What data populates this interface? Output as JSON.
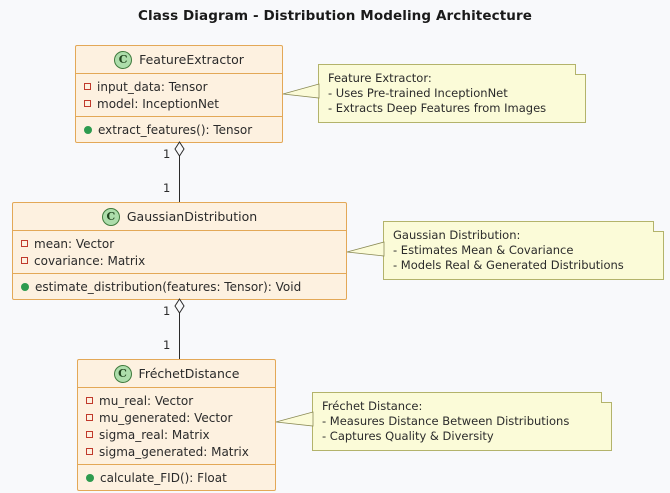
{
  "title": "Class Diagram - Distribution Modeling Architecture",
  "colors": {
    "background": "#f8f9fb",
    "class_fill": "#fdf1e0",
    "class_border": "#e3a857",
    "note_fill": "#fbfbd8",
    "note_border": "#b3b36b",
    "stereotype_fill": "#adddab",
    "private_marker": "#c0392b",
    "public_marker": "#2e9b4f",
    "line": "#2b2b2b",
    "text": "#2b2b2b"
  },
  "classes": [
    {
      "id": "feature-extractor",
      "stereotype": "C",
      "name": "FeatureExtractor",
      "attributes": [
        {
          "visibility": "private",
          "text": "input_data: Tensor"
        },
        {
          "visibility": "private",
          "text": "model: InceptionNet"
        }
      ],
      "methods": [
        {
          "visibility": "public",
          "text": "extract_features(): Tensor"
        }
      ]
    },
    {
      "id": "gaussian-distribution",
      "stereotype": "C",
      "name": "GaussianDistribution",
      "attributes": [
        {
          "visibility": "private",
          "text": "mean: Vector"
        },
        {
          "visibility": "private",
          "text": "covariance: Matrix"
        }
      ],
      "methods": [
        {
          "visibility": "public",
          "text": "estimate_distribution(features: Tensor): Void"
        }
      ]
    },
    {
      "id": "frechet-distance",
      "stereotype": "C",
      "name": "FréchetDistance",
      "attributes": [
        {
          "visibility": "private",
          "text": "mu_real: Vector"
        },
        {
          "visibility": "private",
          "text": "mu_generated: Vector"
        },
        {
          "visibility": "private",
          "text": "sigma_real: Matrix"
        },
        {
          "visibility": "private",
          "text": "sigma_generated: Matrix"
        }
      ],
      "methods": [
        {
          "visibility": "public",
          "text": "calculate_FID(): Float"
        }
      ]
    }
  ],
  "notes": [
    {
      "id": "note-feature-extractor",
      "lines": [
        "Feature Extractor:",
        "- Uses Pre-trained InceptionNet",
        "- Extracts Deep Features from Images"
      ]
    },
    {
      "id": "note-gaussian-distribution",
      "lines": [
        "Gaussian Distribution:",
        "- Estimates Mean & Covariance",
        "- Models Real & Generated Distributions"
      ]
    },
    {
      "id": "note-frechet-distance",
      "lines": [
        "Fréchet Distance:",
        "- Measures Distance Between Distributions",
        "- Captures Quality & Diversity"
      ]
    }
  ],
  "relations": [
    {
      "id": "rel-feature-to-gaussian",
      "type": "aggregation",
      "source_multiplicity": "1",
      "target_multiplicity": "1"
    },
    {
      "id": "rel-gaussian-to-frechet",
      "type": "aggregation",
      "source_multiplicity": "1",
      "target_multiplicity": "1"
    }
  ]
}
